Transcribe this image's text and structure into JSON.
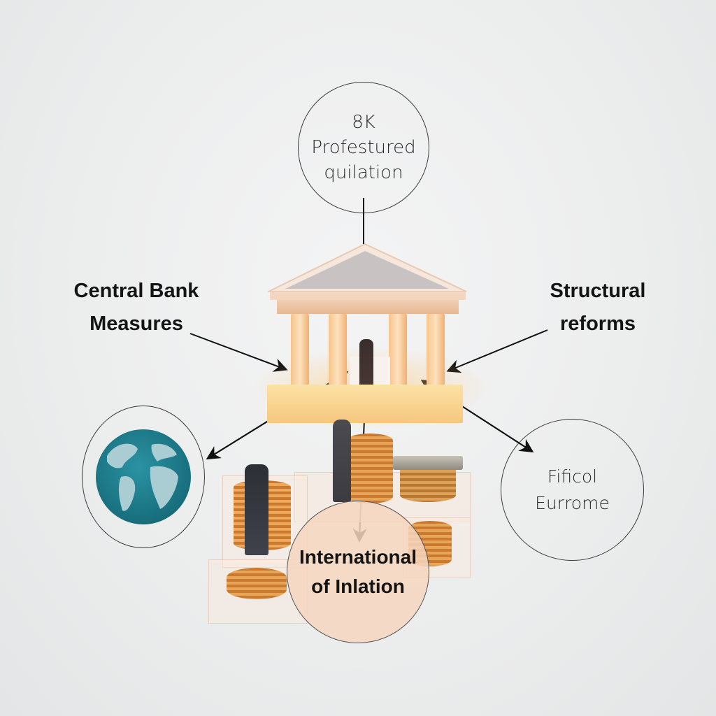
{
  "diagram": {
    "top_node": {
      "lines": [
        "8K",
        "Profestured",
        "quilation"
      ]
    },
    "left_label": {
      "lines": [
        "Central Bank",
        "Measures"
      ]
    },
    "right_label": {
      "lines": [
        "Structural",
        "reforms"
      ]
    },
    "right_node": {
      "lines": [
        "Fificol",
        "Eurrome"
      ]
    },
    "bottom_node": {
      "lines": [
        "International",
        "of Inlation"
      ]
    },
    "left_node": {
      "icon": "globe-icon"
    },
    "center": {
      "icon": "bank-building-icon"
    }
  },
  "colors": {
    "background": "#eceded",
    "text_dark": "#141414",
    "globe_ocean": "#1e7d8c",
    "globe_land": "#a9cdd3",
    "building": "#f3c897",
    "coin": "#d98a3a",
    "bottom_circle_fill": "#f5d7c0"
  }
}
